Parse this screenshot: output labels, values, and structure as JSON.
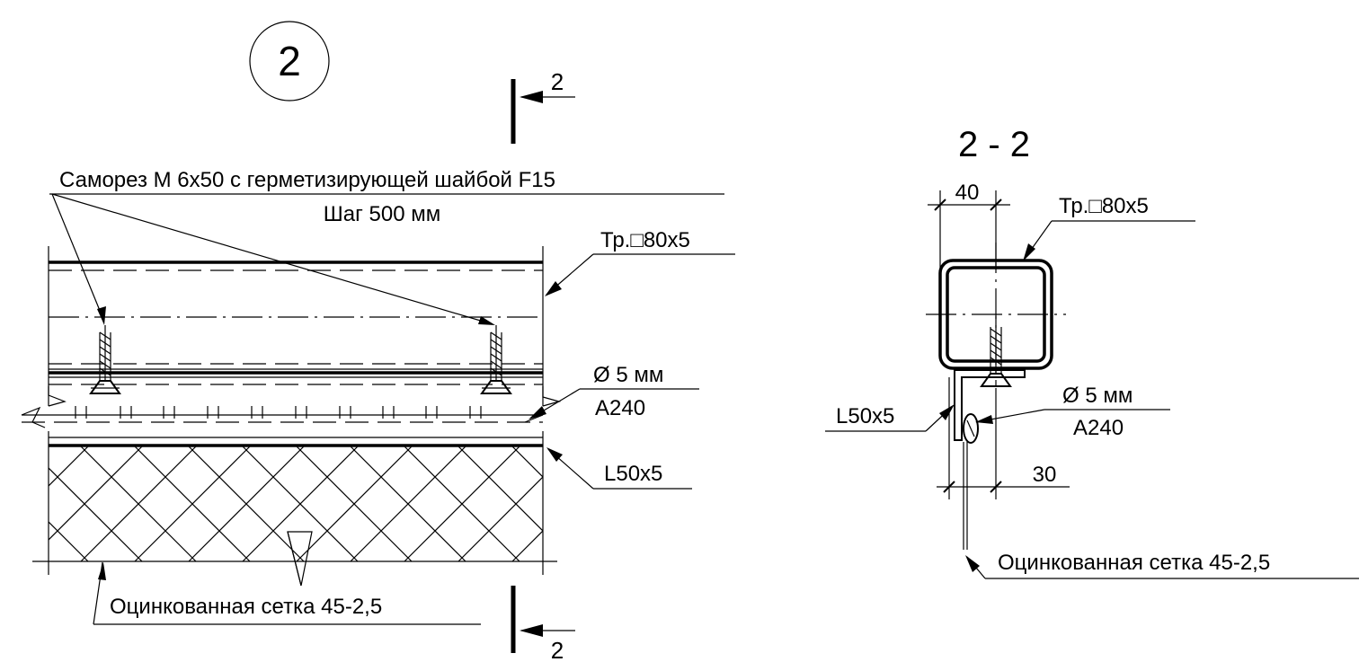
{
  "detail_mark": "2",
  "section_mark_top": "2",
  "section_mark_bottom": "2",
  "section_title": "2 - 2",
  "labels": {
    "screw": "Саморез М 6х50 с герметизирующей шайбой F15",
    "screw_pitch": "Шаг 500 мм",
    "tube_left": "Тр.□80х5",
    "rod_diameter_left": "Ø 5 мм",
    "rod_grade_left": "A240",
    "angle_left": "L50x5",
    "mesh_left": "Оцинкованная сетка 45-2,5",
    "tube_right": "Тр.□80х5",
    "angle_right": "L50x5",
    "rod_diameter_right": "Ø 5 мм",
    "rod_grade_right": "A240",
    "mesh_right": "Оцинкованная сетка 45-2,5"
  },
  "dimensions": {
    "top_width": "40",
    "bottom_width": "30"
  }
}
